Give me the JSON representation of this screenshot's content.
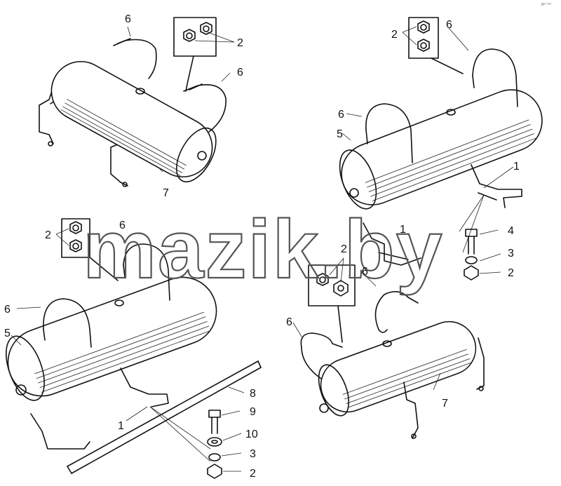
{
  "watermark": "mazik.by",
  "corner_note": "8²⁰ ⁰⁰⁰",
  "labels": {
    "a1": "6",
    "a2": "2",
    "a3": "6",
    "a4": "7",
    "b1": "2",
    "b2": "6",
    "b3": "6",
    "b4": "5",
    "b5": "1",
    "b6": "1",
    "b7": "4",
    "b8": "3",
    "b9": "2",
    "c1": "2",
    "c2": "6",
    "c3": "6",
    "c4": "5",
    "c5": "8",
    "c6": "1",
    "c7": "9",
    "c8": "10",
    "c9": "3",
    "c10": "2",
    "d1": "2",
    "d2": "6",
    "d3": "6",
    "d4": "7"
  }
}
